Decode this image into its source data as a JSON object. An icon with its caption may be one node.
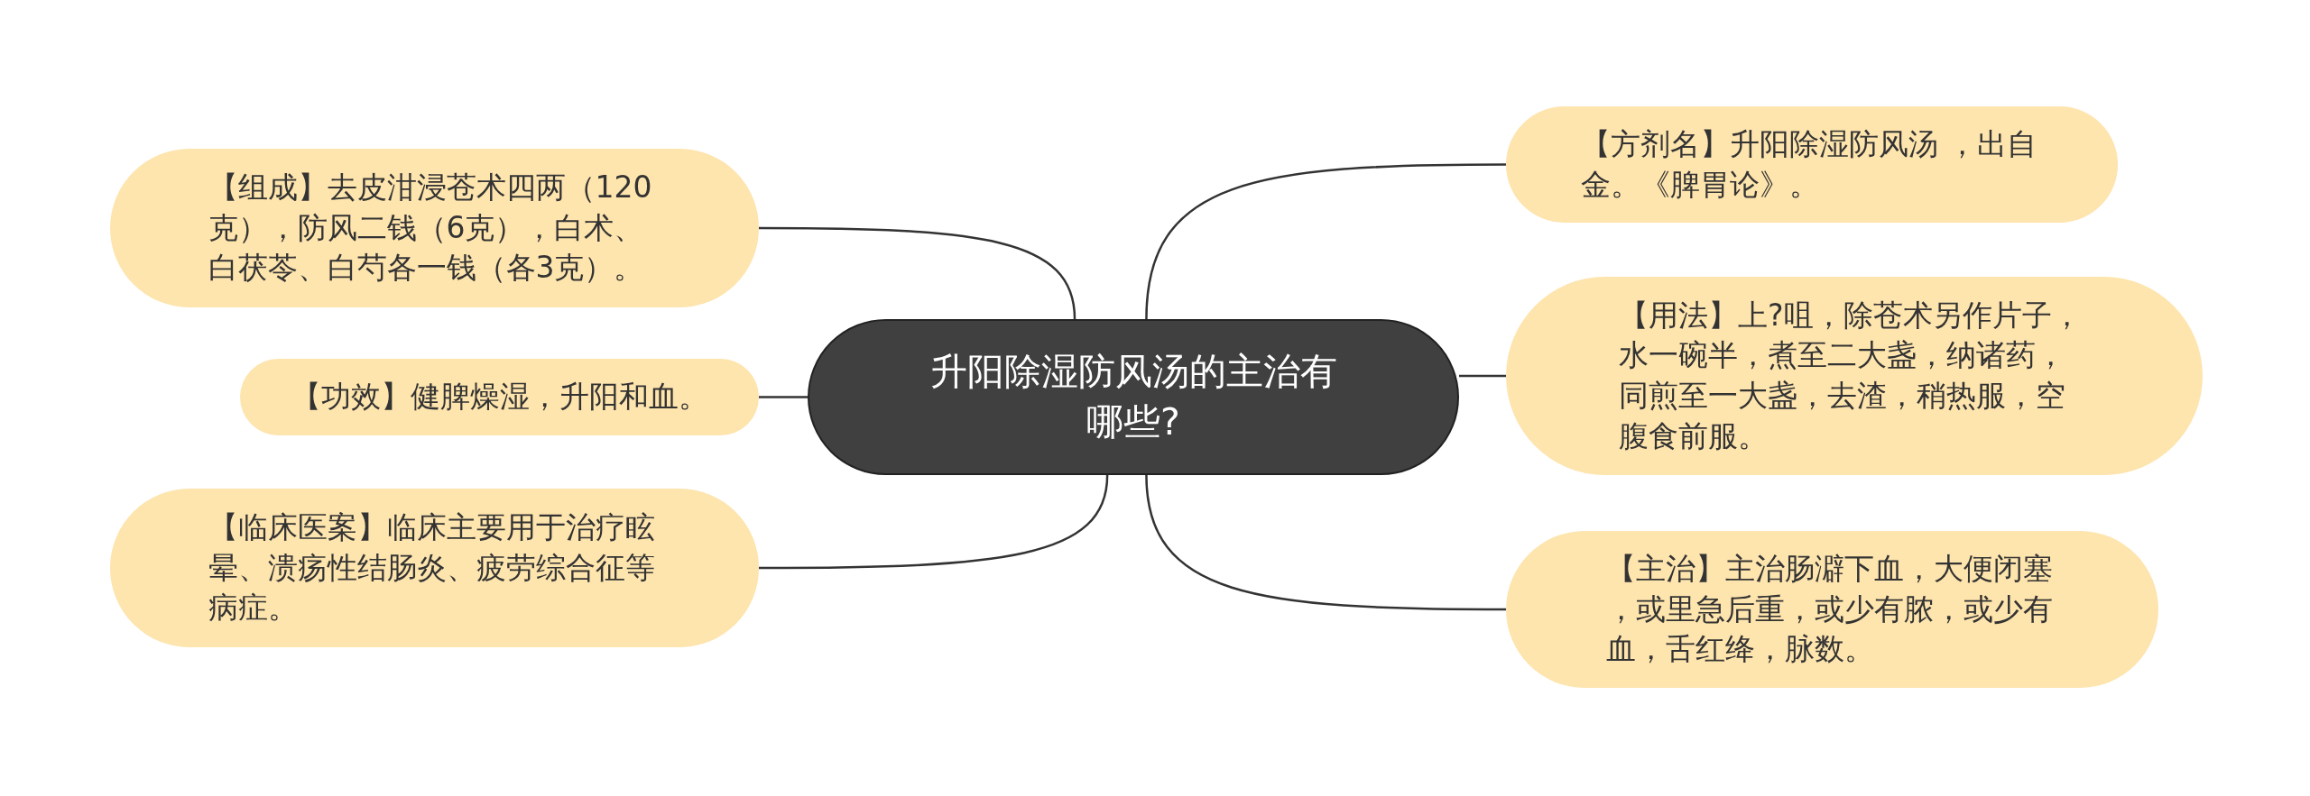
{
  "diagram": {
    "nodes": [
      {
        "text": [
          "升阳除湿防风汤的主治有哪些?"
        ]
      },
      {
        "text": [
          "【组成】去皮泔浸苍术四两（120克），防风二钱（6克），白术、白茯苓、白芍各一钱（各3克）。"
        ]
      },
      {
        "text": [
          "【功效】健脾燥湿，升阳和血。"
        ]
      },
      {
        "text": [
          "【临床医案】临床主要用于治疗眩晕、溃疡性结肠炎、疲劳综合征等病症。"
        ]
      },
      {
        "text": [
          "【方剂名】升阳除湿防风汤 ，出自金。《脾胃论》。"
        ]
      },
      {
        "text": [
          "【用法】上?咀，除苍术另作片子，水一碗半，煮至二大盏，纳诸药，同煎至一大盏，去渣，稍热服，空腹食前服。"
        ]
      },
      {
        "text": [
          "【主治】主治肠澼下血，大便闭塞，或里急后重，或少有脓，或少有血，舌红绛，脉数。"
        ]
      }
    ],
    "edges": [
      {
        "from": 0,
        "to": 1,
        "arrow": "none"
      },
      {
        "from": 0,
        "to": 2,
        "arrow": "none"
      },
      {
        "from": 0,
        "to": 3,
        "arrow": "none"
      },
      {
        "from": 0,
        "to": 4,
        "arrow": "none"
      },
      {
        "from": 0,
        "to": 5,
        "arrow": "none"
      },
      {
        "from": 0,
        "to": 6,
        "arrow": "none"
      }
    ]
  }
}
